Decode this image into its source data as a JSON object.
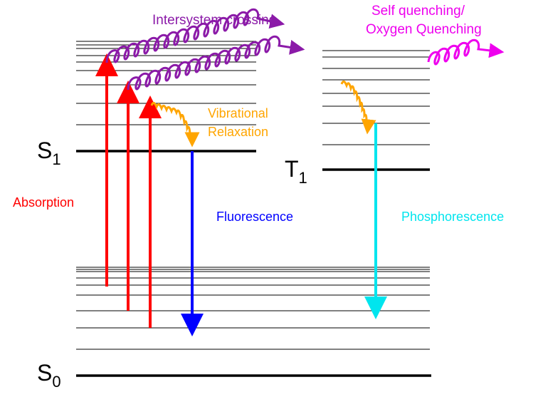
{
  "diagram": {
    "states": {
      "s1": {
        "base": "S",
        "sub": "1"
      },
      "t1": {
        "base": "T",
        "sub": "1"
      },
      "s0": {
        "base": "S",
        "sub": "0"
      }
    },
    "labels": {
      "intersystem_crossing": "Intersystem crossing",
      "self_quenching_line1": "Self quenching/",
      "self_quenching_line2": "Oxygen Quenching",
      "vibrational_line1": "Vibrational",
      "vibrational_line2": "Relaxation",
      "absorption": "Absorption",
      "fluorescence": "Fluorescence",
      "phosphorescence": "Phosphorescence"
    },
    "colors": {
      "absorption": "#ff0000",
      "fluorescence": "#0000ff",
      "phosphorescence": "#00e5ee",
      "vibrational_relaxation": "#ffa500",
      "intersystem_crossing": "#8b1aa8",
      "quenching": "#ee00ee",
      "levels": "#000000"
    }
  }
}
